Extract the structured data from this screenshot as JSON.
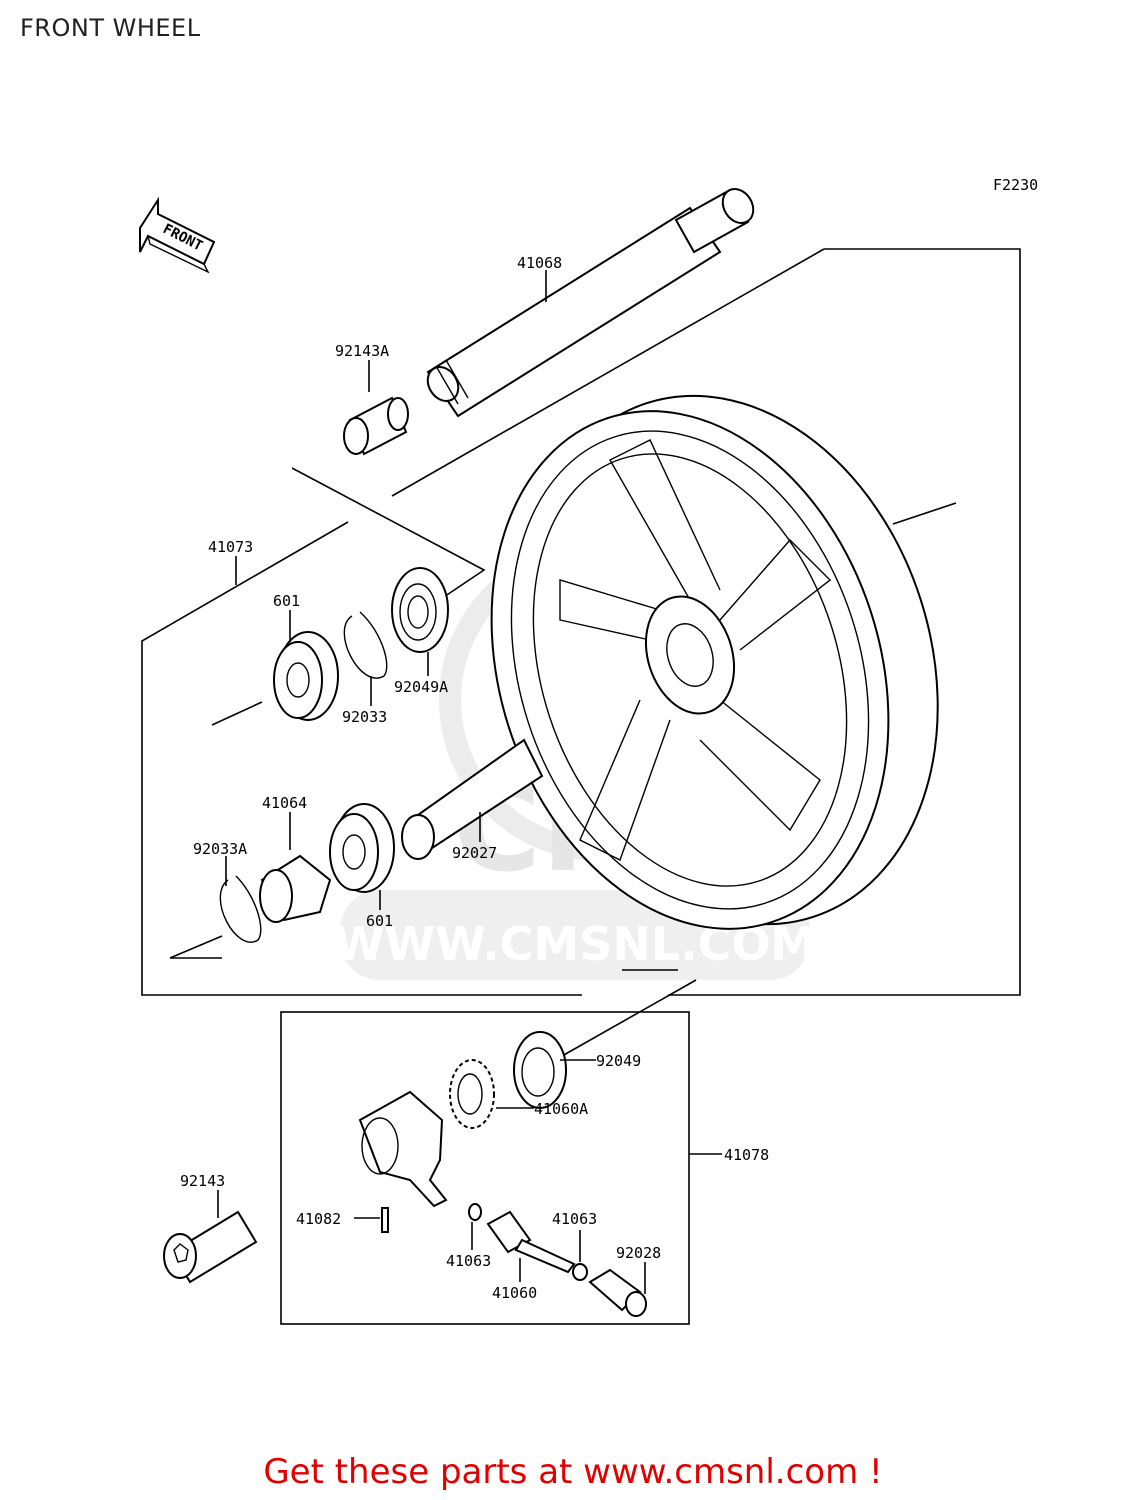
{
  "title": "FRONT WHEEL",
  "footer": "Get these parts at www.cmsnl.com !",
  "diagram_code": "F2230",
  "front_arrow": "FRONT",
  "watermark": {
    "brand": "CMS",
    "url": "WWW.CMSNL.COM"
  },
  "colors": {
    "footer": "#e00000",
    "watermark": "#e6e6e6",
    "line": "#000000"
  },
  "parts": {
    "p41068": "41068",
    "p92143A": "92143A",
    "p41073": "41073",
    "p601_top": "601",
    "p92033": "92033",
    "p92049A": "92049A",
    "p41064": "41064",
    "p92033A": "92033A",
    "p601_bottom": "601",
    "p92027": "92027",
    "p92049": "92049",
    "p41060A": "41060A",
    "p41078": "41078",
    "p92143": "92143",
    "p41082": "41082",
    "p41063_right": "41063",
    "p41063_left": "41063",
    "p92028": "92028",
    "p41060": "41060"
  }
}
